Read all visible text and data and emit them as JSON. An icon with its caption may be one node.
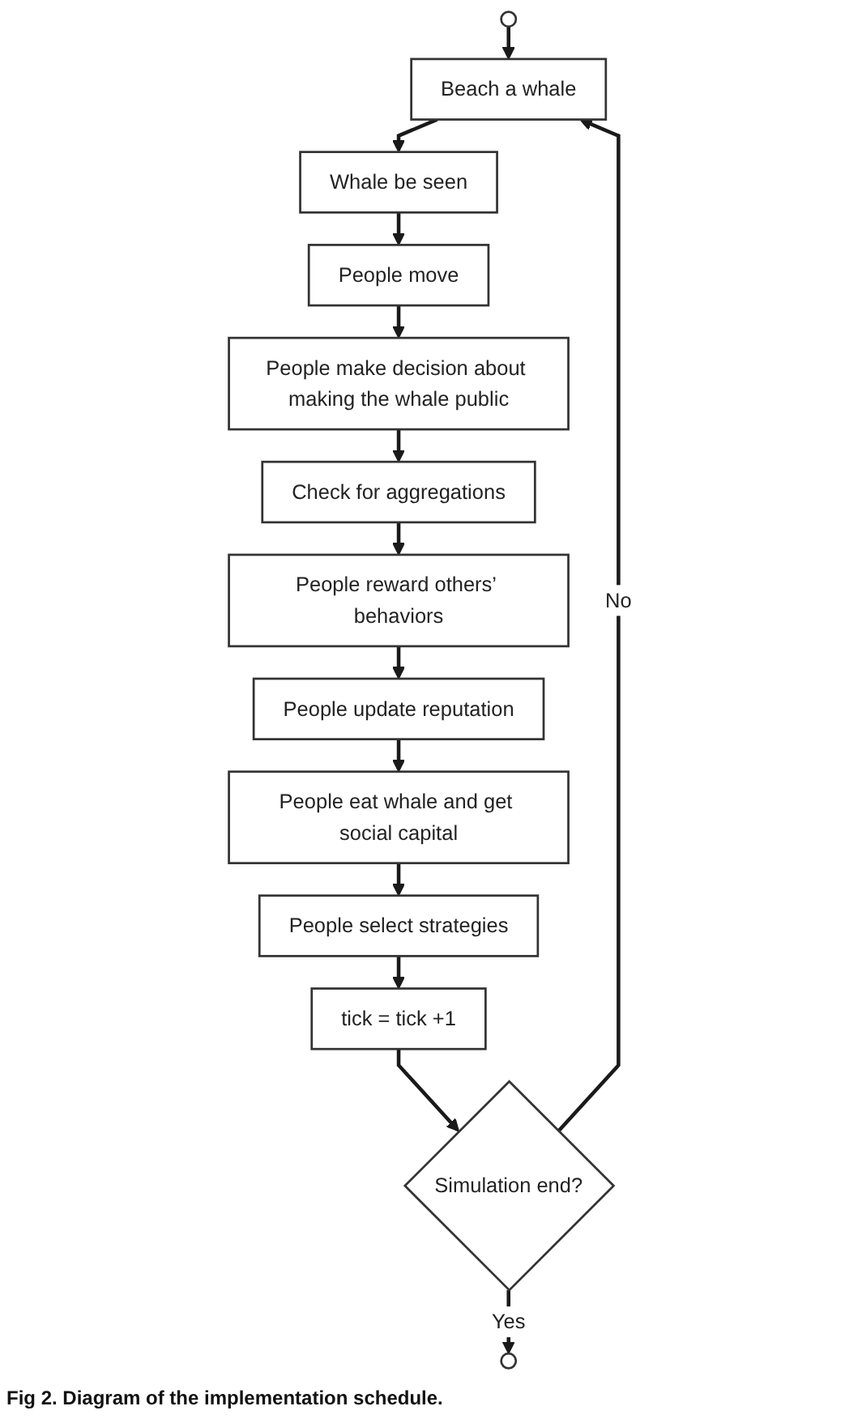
{
  "diagram": {
    "caption": "Fig 2. Diagram of the implementation schedule.",
    "nodes": [
      {
        "text": [],
        "shape": "circle"
      },
      {
        "text": [
          "Beach a whale"
        ]
      },
      {
        "text": [
          "Whale be seen"
        ]
      },
      {
        "text": [
          "People move"
        ]
      },
      {
        "text": [
          "People make decision about making the whale public"
        ]
      },
      {
        "text": [
          "Check for aggregations"
        ]
      },
      {
        "text": [
          "People reward others’ behaviors"
        ]
      },
      {
        "text": [
          "People update reputation"
        ]
      },
      {
        "text": [
          "People eat whale and get social capital"
        ]
      },
      {
        "text": [
          "People select strategies"
        ]
      },
      {
        "text": [
          "tick = tick +1"
        ]
      },
      {
        "text": [
          "Simulation end?"
        ]
      },
      {
        "text": [],
        "shape": "circle"
      }
    ],
    "edges": [
      {
        "from": 0,
        "to": 1,
        "arrow": "to"
      },
      {
        "from": 1,
        "to": 2,
        "arrow": "to"
      },
      {
        "from": 2,
        "to": 3,
        "arrow": "to"
      },
      {
        "from": 3,
        "to": 4,
        "arrow": "to"
      },
      {
        "from": 4,
        "to": 5,
        "arrow": "to"
      },
      {
        "from": 5,
        "to": 6,
        "arrow": "to"
      },
      {
        "from": 6,
        "to": 7,
        "arrow": "to"
      },
      {
        "from": 7,
        "to": 8,
        "arrow": "to"
      },
      {
        "from": 8,
        "to": 9,
        "arrow": "to"
      },
      {
        "from": 9,
        "to": 10,
        "arrow": "to"
      },
      {
        "from": 10,
        "to": 11,
        "arrow": "to"
      },
      {
        "from": 11,
        "to": 12,
        "label": "Yes",
        "arrow": "to"
      },
      {
        "from": 11,
        "to": 1,
        "label": "No",
        "arrow": "to"
      }
    ]
  }
}
